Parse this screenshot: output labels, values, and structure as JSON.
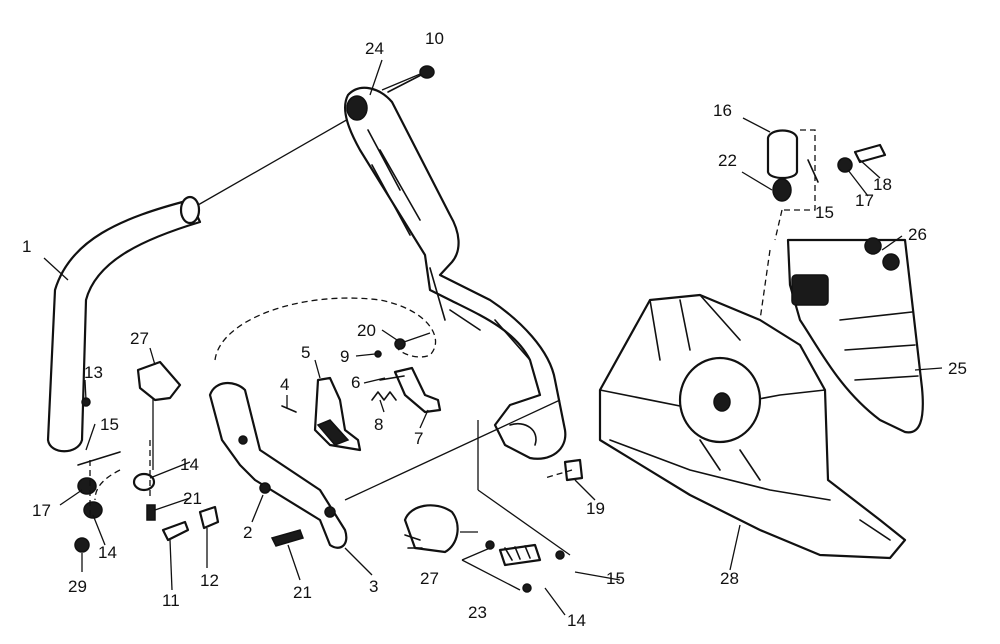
{
  "colors": {
    "ink": "#111111",
    "paper": "#ffffff"
  },
  "callouts": {
    "c1": "1",
    "c2": "2",
    "c3": "3",
    "c4": "4",
    "c5": "5",
    "c6": "6",
    "c7": "7",
    "c8": "8",
    "c9": "9",
    "c10": "10",
    "c11": "11",
    "c12": "12",
    "c13": "13",
    "c14a": "14",
    "c14b": "14",
    "c14c": "14",
    "c15a": "15",
    "c15b": "15",
    "c15c": "15",
    "c16": "16",
    "c17a": "17",
    "c17b": "17",
    "c18": "18",
    "c19": "19",
    "c20": "20",
    "c21a": "21",
    "c21b": "21",
    "c22": "22",
    "c23": "23",
    "c24": "24",
    "c25": "25",
    "c26": "26",
    "c27a": "27",
    "c27b": "27",
    "c28": "28",
    "c29": "29"
  }
}
